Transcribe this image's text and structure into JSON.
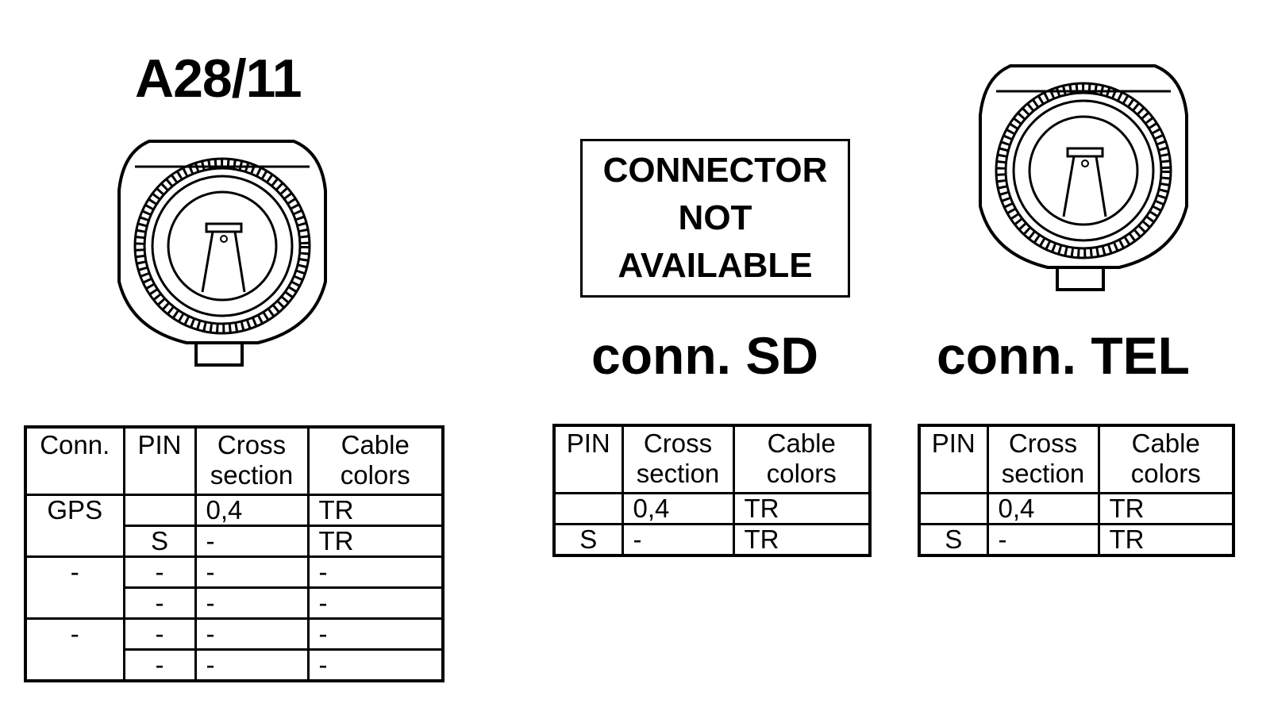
{
  "connectors": [
    {
      "title": "A28/11",
      "headers": [
        "Conn.",
        "PIN",
        "Cross section",
        "Cable colors"
      ],
      "rows": [
        {
          "conn": "GPS",
          "pin": "",
          "cross": "0,4",
          "color": "TR"
        },
        {
          "conn": "",
          "pin": "S",
          "cross": "-",
          "color": "TR"
        },
        {
          "conn": "-",
          "pin": "-",
          "cross": "-",
          "color": "-"
        },
        {
          "conn": "",
          "pin": "-",
          "cross": "-",
          "color": "-"
        },
        {
          "conn": "-",
          "pin": "-",
          "cross": "-",
          "color": "-"
        },
        {
          "conn": "",
          "pin": "-",
          "cross": "-",
          "color": "-"
        }
      ]
    },
    {
      "title": "conn. SD",
      "notice": [
        "CONNECTOR",
        "NOT",
        "AVAILABLE"
      ],
      "headers": [
        "PIN",
        "Cross section",
        "Cable colors"
      ],
      "rows": [
        {
          "pin": "",
          "cross": "0,4",
          "color": "TR"
        },
        {
          "pin": "S",
          "cross": "-",
          "color": "TR"
        }
      ]
    },
    {
      "title": "conn. TEL",
      "headers": [
        "PIN",
        "Cross section",
        "Cable colors"
      ],
      "rows": [
        {
          "pin": "",
          "cross": "0,4",
          "color": "TR"
        },
        {
          "pin": "S",
          "cross": "-",
          "color": "TR"
        }
      ]
    }
  ]
}
